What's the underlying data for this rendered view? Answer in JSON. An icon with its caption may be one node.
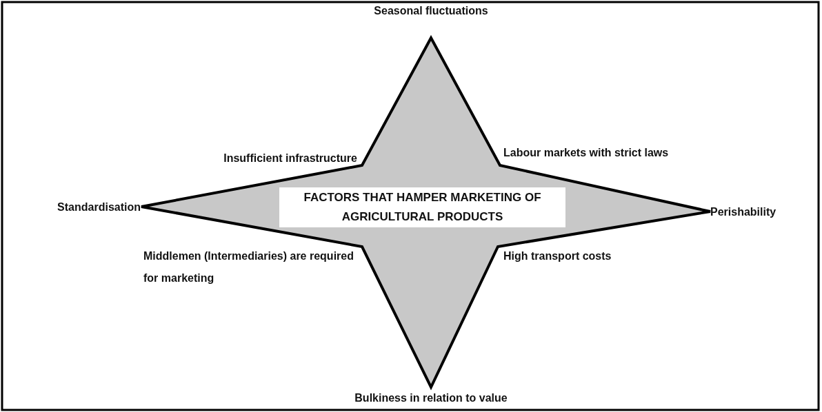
{
  "diagram": {
    "nodes": [
      {
        "text": [],
        "shape": "star"
      },
      {
        "text": [
          "FACTORS THAT HAMPER MARKETING OF AGRICULTURAL PRODUCTS"
        ],
        "in": 0
      }
    ],
    "labels": [
      "Seasonal fluctuations",
      "Insufficient infrastructure",
      "Labour markets with strict laws",
      "Standardisation",
      "Perishability",
      "Middlemen (Intermediaries) are required for marketing",
      "High transport costs",
      "Bulkiness in relation to value"
    ]
  }
}
